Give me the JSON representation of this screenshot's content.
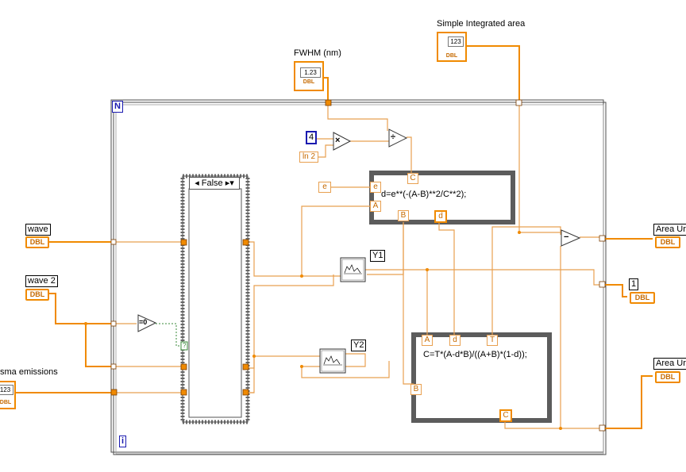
{
  "controls": {
    "fwhm": {
      "label": "FWHM (nm)",
      "type_badge": "DBL",
      "value": "1.23"
    },
    "simple_area": {
      "label": "Simple Integrated area",
      "type_badge": "DBL",
      "value": "123"
    },
    "wave": {
      "label": "wave",
      "type_badge": "DBL"
    },
    "wave2": {
      "label": "wave 2",
      "type_badge": "DBL"
    },
    "plasma": {
      "label": "sma emissions",
      "type_badge": "DBL",
      "value": "123"
    }
  },
  "indicators": {
    "area_top": {
      "label": "Area Ur",
      "type_badge": "DBL"
    },
    "one": {
      "label": "1",
      "type_badge": "DBL"
    },
    "area_bottom": {
      "label": "Area Ur",
      "type_badge": "DBL"
    }
  },
  "loop": {
    "count_terminal": "N",
    "iteration_terminal": "i"
  },
  "case_structure": {
    "selector": "False"
  },
  "constants": {
    "four": "4",
    "ln2": "ln 2",
    "e": "e"
  },
  "formula1": {
    "text": "d=e**(-(A-B)**2/C**2);",
    "inputs": [
      "C",
      "e",
      "A",
      "B",
      "d"
    ]
  },
  "formula2": {
    "text": "C=T*(A-d*B)/((A+B)*(1-d));",
    "inputs": [
      "A",
      "d",
      "T",
      "B",
      "C"
    ]
  },
  "operators": {
    "multiply": "×",
    "divide": "÷",
    "subtract": "−",
    "equal_zero": "=0",
    "bool_out": "?"
  },
  "subvi_labels": {
    "y1": "Y1",
    "y2": "Y2"
  },
  "colors": {
    "wire_orange": "#f08a00",
    "wire_light": "#e8a050",
    "loop_blue": "#1a1ab0",
    "formula_gray": "#5c5c5c",
    "case_green": "#3a8a3a"
  }
}
